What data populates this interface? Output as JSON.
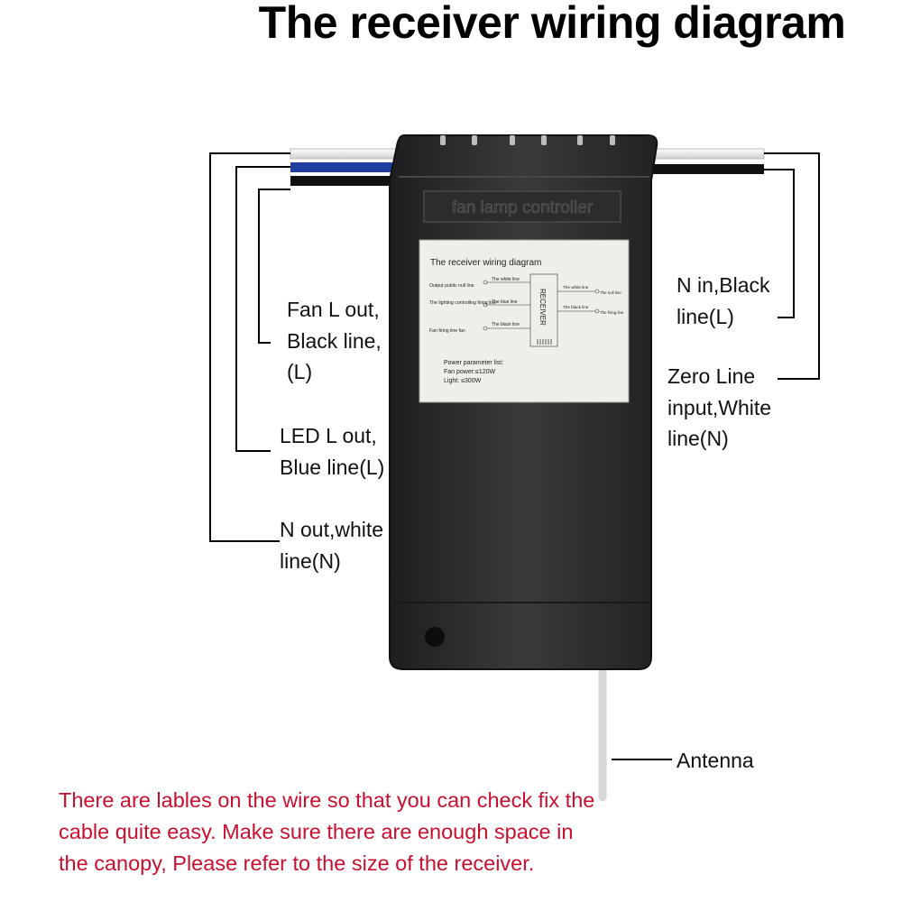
{
  "title": "The receiver wiring diagram",
  "labels": {
    "fan_l_out": "Fan L out,\nBlack line,\n(L)",
    "led_l_out": "LED L out,\nBlue line(L)",
    "n_out": "N out,white\nline(N)",
    "n_in": "N in,Black\nline(L)",
    "zero_line": "Zero Line\ninput,White\nline(N)",
    "antenna": "Antenna"
  },
  "note": "There are lables on the wire so that you can check fix the cable quite easy. Make sure there are enough space in the canopy, Please refer to the size of the receiver.",
  "device": {
    "embossed_text": "fan lamp controller",
    "sticker": {
      "title": "The receiver wiring diagram",
      "left_lines": [
        "Output public null line",
        "The lighting controlling firing line",
        "Fan firing line fan"
      ],
      "left_wires": [
        "The white line",
        "The blue line",
        "The black line"
      ],
      "right_wires": [
        "The white line",
        "The black line"
      ],
      "right_lines": [
        "The null line",
        "The firing line"
      ],
      "center_label": "RECEIVER",
      "power_heading": "Power parameter list:",
      "fan_power": "Fan power:≤120W",
      "light_power": "Light: ≤300W"
    }
  },
  "colors": {
    "note": "#c8102e",
    "housing": "#2a2a2c",
    "wire_blue": "#1f3fa0",
    "wire_white": "#f2f2f2",
    "wire_black": "#111111"
  }
}
